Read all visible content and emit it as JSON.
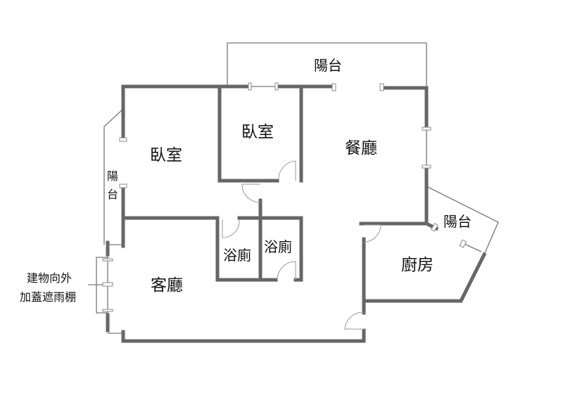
{
  "rooms": {
    "balcony_top": "陽台",
    "bedroom_main": "臥室",
    "bedroom_small": "臥室",
    "dining": "餐廳",
    "balcony_left_1": "陽",
    "balcony_left_2": "台",
    "bath_left": "浴廁",
    "bath_right": "浴廁",
    "balcony_right": "陽台",
    "kitchen": "廚房",
    "living": "客廳"
  },
  "annotation": {
    "line1": "建物向外",
    "line2": "加蓋遮雨棚"
  }
}
